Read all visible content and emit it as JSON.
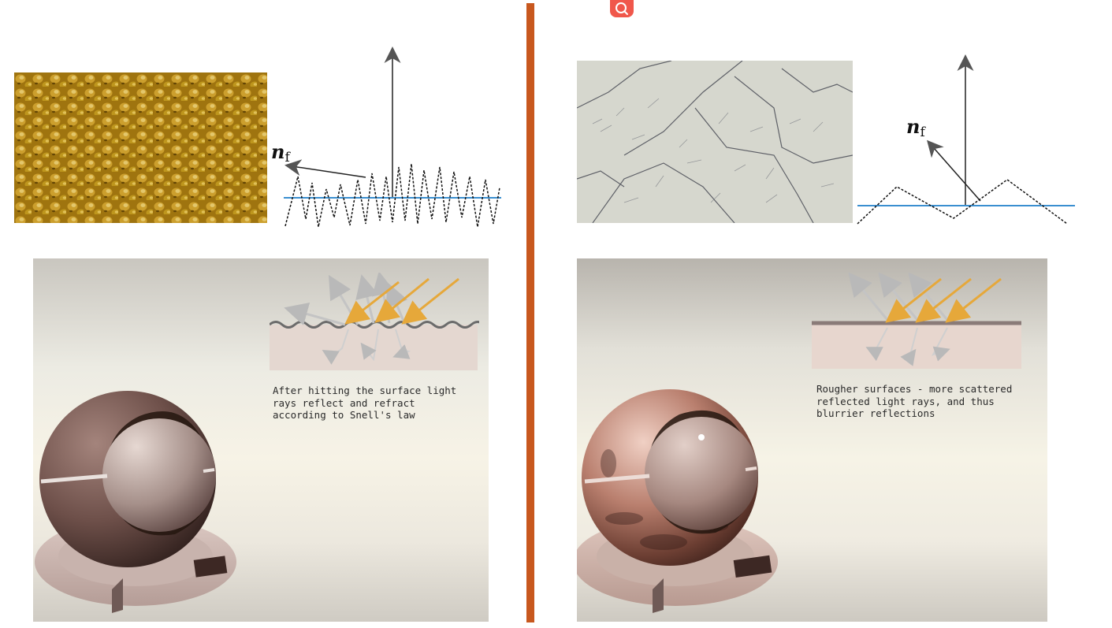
{
  "left": {
    "diagram_label_main": "n",
    "diagram_label_sub": "f",
    "caption": "After hitting the surface light\nrays reflect and refract\naccording to Snell's law"
  },
  "right": {
    "diagram_label_main": "n",
    "diagram_label_sub": "f",
    "caption": "Rougher surfaces - more scattered\nreflected light rays, and thus\nblurrier reflections"
  },
  "colors": {
    "divider": "#c8581e",
    "search_button": "#f0574b",
    "baseline": "#3a8fd0",
    "light_ray": "#e6a83a",
    "surface_rough": "#6b6b6b",
    "surface_smooth": "#8a7b78"
  },
  "icons": {
    "search": "search-icon"
  }
}
